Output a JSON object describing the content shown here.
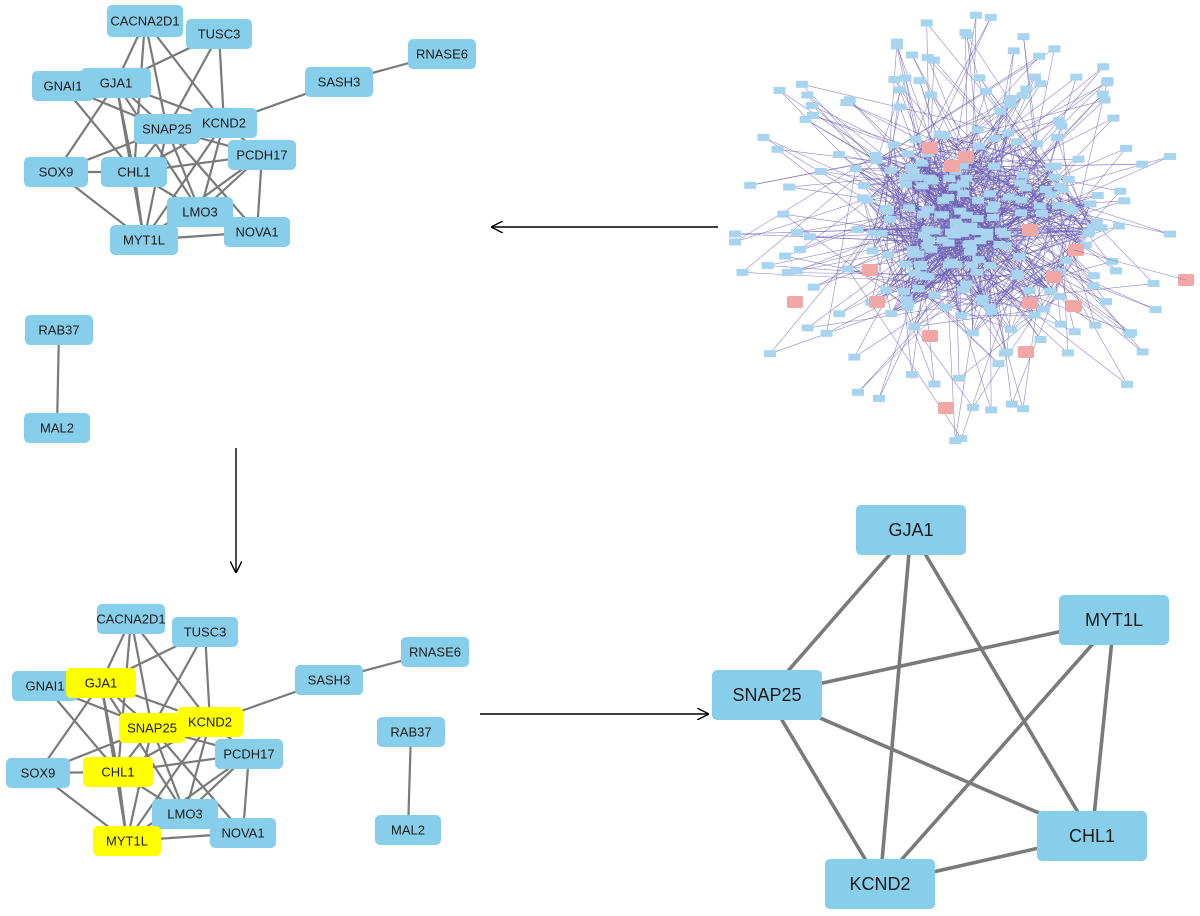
{
  "colors": {
    "node_default": "#87ceeb",
    "node_highlight": "#ffff00",
    "node_hub_pink": "#f2a7a7",
    "edge": "#7a7a7a",
    "hairball_edge": "#6a5fb5",
    "arrow": "#000000"
  },
  "networks": {
    "top_left": {
      "nodes": [
        {
          "id": "CACNA2D1",
          "label": "CACNA2D1"
        },
        {
          "id": "TUSC3",
          "label": "TUSC3"
        },
        {
          "id": "GNAI1",
          "label": "GNAI1"
        },
        {
          "id": "GJA1",
          "label": "GJA1"
        },
        {
          "id": "SASH3",
          "label": "SASH3"
        },
        {
          "id": "RNASE6",
          "label": "RNASE6"
        },
        {
          "id": "SNAP25",
          "label": "SNAP25"
        },
        {
          "id": "KCND2",
          "label": "KCND2"
        },
        {
          "id": "PCDH17",
          "label": "PCDH17"
        },
        {
          "id": "SOX9",
          "label": "SOX9"
        },
        {
          "id": "CHL1",
          "label": "CHL1"
        },
        {
          "id": "LMO3",
          "label": "LMO3"
        },
        {
          "id": "NOVA1",
          "label": "NOVA1"
        },
        {
          "id": "MYT1L",
          "label": "MYT1L"
        },
        {
          "id": "RAB37",
          "label": "RAB37"
        },
        {
          "id": "MAL2",
          "label": "MAL2"
        }
      ]
    },
    "bottom_left": {
      "highlighted": [
        "GJA1",
        "SNAP25",
        "KCND2",
        "CHL1",
        "MYT1L"
      ],
      "nodes": [
        {
          "id": "CACNA2D1",
          "label": "CACNA2D1"
        },
        {
          "id": "TUSC3",
          "label": "TUSC3"
        },
        {
          "id": "GNAI1",
          "label": "GNAI1"
        },
        {
          "id": "GJA1",
          "label": "GJA1"
        },
        {
          "id": "SASH3",
          "label": "SASH3"
        },
        {
          "id": "RNASE6",
          "label": "RNASE6"
        },
        {
          "id": "SNAP25",
          "label": "SNAP25"
        },
        {
          "id": "KCND2",
          "label": "KCND2"
        },
        {
          "id": "PCDH17",
          "label": "PCDH17"
        },
        {
          "id": "SOX9",
          "label": "SOX9"
        },
        {
          "id": "CHL1",
          "label": "CHL1"
        },
        {
          "id": "LMO3",
          "label": "LMO3"
        },
        {
          "id": "NOVA1",
          "label": "NOVA1"
        },
        {
          "id": "MYT1L",
          "label": "MYT1L"
        },
        {
          "id": "RAB37",
          "label": "RAB37"
        },
        {
          "id": "MAL2",
          "label": "MAL2"
        }
      ]
    },
    "hub": {
      "nodes": [
        {
          "id": "GJA1",
          "label": "GJA1"
        },
        {
          "id": "MYT1L",
          "label": "MYT1L"
        },
        {
          "id": "SNAP25",
          "label": "SNAP25"
        },
        {
          "id": "CHL1",
          "label": "CHL1"
        },
        {
          "id": "KCND2",
          "label": "KCND2"
        }
      ]
    },
    "ppi_hairball": {
      "description_shown": false
    }
  }
}
